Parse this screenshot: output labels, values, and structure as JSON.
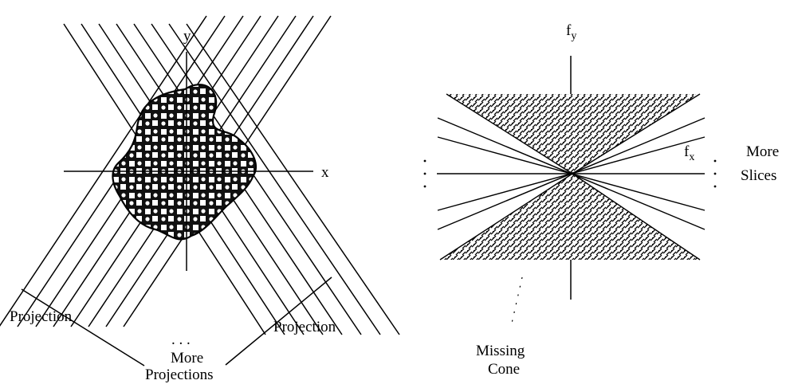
{
  "left_diagram": {
    "x_axis_label": "x",
    "y_axis_label": "y",
    "projection_left_label": "Projection",
    "projection_right_label": "Projection",
    "more_projections_dots": ". . .",
    "more_projections_line1": "More",
    "more_projections_line2": "Projections"
  },
  "right_diagram": {
    "fy_label": "f",
    "fy_sub": "y",
    "fx_label": "f",
    "fx_sub": "x",
    "more_slices_line1": "More",
    "more_slices_line2": "Slices",
    "missing_cone_line1": "Missing",
    "missing_cone_line2": "Cone"
  },
  "colors": {
    "ink": "#000000",
    "background": "#ffffff"
  }
}
